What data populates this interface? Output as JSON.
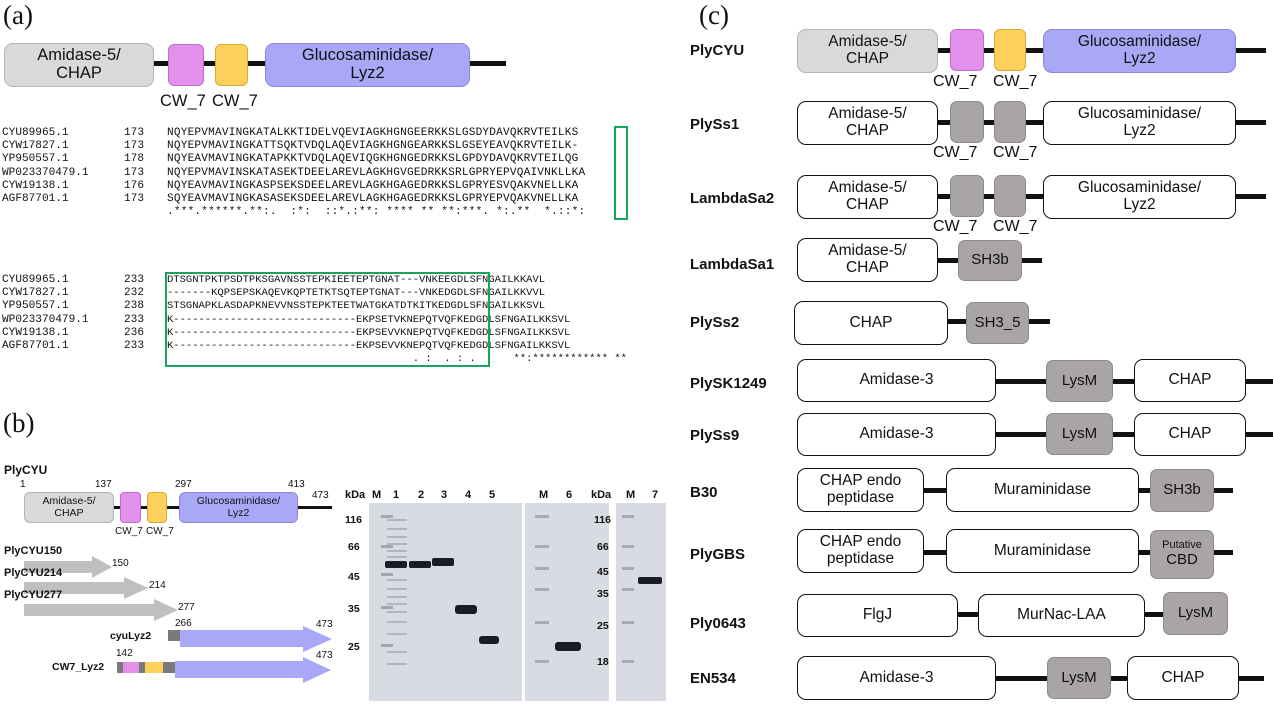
{
  "panel_labels": {
    "a": "(a)",
    "b": "(b)",
    "c": "(c)"
  },
  "panel_a": {
    "domains": {
      "amidase": "Amidase-5/\nCHAP",
      "cw7": "CW_7",
      "gluc": "Glucosaminidase/\nLyz2"
    },
    "block1": {
      "ids": [
        "CYU89965.1",
        "CYW17827.1",
        "YP950557.1",
        "WP023370479.1",
        "CYW19138.1",
        "AGF87701.1"
      ],
      "starts": [
        "173",
        "173",
        "178",
        "173",
        "176",
        "173"
      ],
      "seqs": [
        "NQYEPVMAVINGKATALKKTIDELVQEVIAGKHGNGEERKKSLGSDYDAVQKRVTEILKS",
        "NQYEPVMAVINGKATTSQKTVDQLAQEVIAGKHGNGEARKKSLGSEYEAVQKRVTEILK-",
        "NQYEAVMAVINGKATAPKKTVDQLAQEVIQGKHGNGEDRKKSLGPDYDAVQKRVTEILQG",
        "NQYEPVMAVINSKATASEKTDEELAREVLAGKHGVGEDRKKSRLGPRYEPVQAIVNKLLKA",
        "NQYEAVMAVINGKASPSEKSDEELAREVLAGKHGAGEDRKKSLGPRYESVQAKVNELLKA",
        "SQYEAVMAVINGKASASEKSDEELAREVLAGKHGAGEDRKKSLGPRYEPVQAKVNELLKA"
      ],
      "consensus": ".***.******.**:.  :*:  ::*.:**: **** ** **:***. *:.**  *.::*:"
    },
    "block2": {
      "ids": [
        "CYU89965.1",
        "CYW17827.1",
        "YP950557.1",
        "WP023370479.1",
        "CYW19138.1",
        "AGF87701.1"
      ],
      "starts": [
        "233",
        "232",
        "238",
        "233",
        "236",
        "233"
      ],
      "seqs": [
        "DTSGNTPKTPSDTPKSGAVNSSTEPKIEETEPTGNAT---VNKEEGDLSFNGAILKKAVL",
        "-------KQPSEPSKAQEVKQPTETKTSQTEPTGNAT---VNKEDGDLSFNGAILKKVVL",
        "STSGNAPKLASDAPKNEVVNSSTEPKTEETWATGKATDTKITKEDGDLSFNGAILKKSVL",
        "K-----------------------------EKPSETVKNEPQTVQFKEDGDLSFNGAILKKSVL",
        "K-----------------------------EKPSEVVKNEPQTVQFKEDGDLSFNGAILKKSVL",
        "K-----------------------------EKPSEVVKNEPQTVQFKEDGDLSFNGAILKKSVL"
      ],
      "consensus": "                                       . :  . : .      **:************ **"
    }
  },
  "panel_b": {
    "name": "PlyCYU",
    "positions": {
      "p1": "1",
      "p137": "137",
      "p297": "297",
      "p413": "413",
      "p473": "473"
    },
    "domains": {
      "amidase": "Amidase-5/\nCHAP",
      "cw7": "CW_7",
      "gluc": "Glucosaminidase/\nLyz2"
    },
    "constructs": [
      {
        "name": "PlyCYU150",
        "end": "150"
      },
      {
        "name": "PlyCYU214",
        "end": "214"
      },
      {
        "name": "PlyCYU277",
        "end": "277"
      },
      {
        "name": "cyuLyz2",
        "start": "266",
        "end": "473"
      },
      {
        "name": "CW7_Lyz2",
        "start": "142",
        "end": "473"
      }
    ],
    "gel": {
      "kda": "kDa",
      "M": "M",
      "lanes1": [
        "1",
        "2",
        "3",
        "4",
        "5"
      ],
      "markers1": [
        "116",
        "66",
        "45",
        "35",
        "25"
      ],
      "lane6": "6",
      "markers2": [
        "116",
        "66",
        "45",
        "35",
        "25",
        "18"
      ],
      "lane7": "7"
    }
  },
  "panel_c": {
    "rows": [
      {
        "name": "PlyCYU",
        "domains": [
          "Amidase-5/\nCHAP",
          "",
          "",
          "Glucosaminidase/\nLyz2"
        ],
        "sub": [
          "CW_7",
          "CW_7"
        ]
      },
      {
        "name": "PlySs1",
        "domains": [
          "Amidase-5/\nCHAP",
          "",
          "",
          "Glucosaminidase/\nLyz2"
        ],
        "sub": [
          "CW_7",
          "CW_7"
        ]
      },
      {
        "name": "LambdaSa2",
        "domains": [
          "Amidase-5/\nCHAP",
          "",
          "",
          "Glucosaminidase/\nLyz2"
        ],
        "sub": [
          "CW_7",
          "CW_7"
        ]
      },
      {
        "name": "LambdaSa1",
        "domains": [
          "Amidase-5/\nCHAP",
          "SH3b"
        ]
      },
      {
        "name": "PlySs2",
        "domains": [
          "CHAP",
          "SH3_5"
        ]
      },
      {
        "name": "PlySK1249",
        "domains": [
          "Amidase-3",
          "LysM",
          "CHAP"
        ]
      },
      {
        "name": "PlySs9",
        "domains": [
          "Amidase-3",
          "LysM",
          "CHAP"
        ]
      },
      {
        "name": "B30",
        "domains": [
          "CHAP endo\npeptidase",
          "Muraminidase",
          "SH3b"
        ]
      },
      {
        "name": "PlyGBS",
        "domains": [
          "CHAP endo\npeptidase",
          "Muraminidase",
          "Putative",
          "CBD"
        ]
      },
      {
        "name": "Ply0643",
        "domains": [
          "FlgJ",
          "MurNac-LAA",
          "LysM"
        ]
      },
      {
        "name": "EN534",
        "domains": [
          "Amidase-3",
          "LysM",
          "CHAP"
        ]
      }
    ]
  },
  "colors": {
    "gray": "#d9d9d9",
    "pink": "#e38fec",
    "yellow": "#fdd05c",
    "blue": "#a9a8f7",
    "dark_gray": "#a9a5a5",
    "box_green": "#1aa35a"
  }
}
